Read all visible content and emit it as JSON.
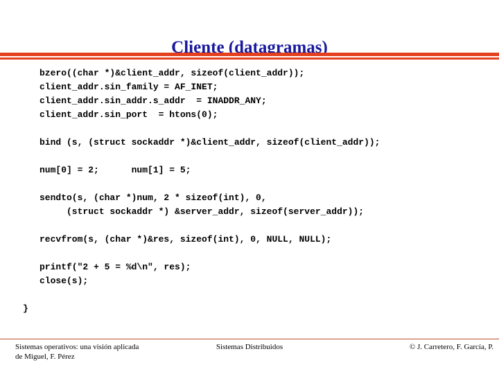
{
  "slide": {
    "title": "Cliente (datagramas)",
    "title_color": "#19199e",
    "rule_color": "#e4401d",
    "footer_rule_color": "#b5492a",
    "background": "#ffffff"
  },
  "code": {
    "blocks": [
      {
        "lines": [
          "bzero((char *)&client_addr, sizeof(client_addr));",
          "client_addr.sin_family = AF_INET;",
          "client_addr.sin_addr.s_addr  = INADDR_ANY;",
          "client_addr.sin_port  = htons(0);"
        ]
      },
      {
        "lines": [
          "bind (s, (struct sockaddr *)&client_addr, sizeof(client_addr));"
        ]
      },
      {
        "lines": [
          "num[0] = 2;      num[1] = 5;"
        ]
      },
      {
        "lines": [
          "sendto(s, (char *)num, 2 * sizeof(int), 0,",
          "     (struct sockaddr *) &server_addr, sizeof(server_addr));"
        ]
      },
      {
        "lines": [
          "recvfrom(s, (char *)&res, sizeof(int), 0, NULL, NULL);"
        ]
      },
      {
        "lines": [
          "printf(\"2 + 5 = %d\\n\", res);",
          "close(s);"
        ]
      },
      {
        "lines": [
          "}"
        ],
        "brace": true
      }
    ]
  },
  "footer": {
    "left_line1": "Sistemas operativos: una visión aplicada",
    "left_line2": "de Miguel, F. Pérez",
    "center": "Sistemas Distribuidos",
    "right": "© J. Carretero, F. García, P."
  }
}
